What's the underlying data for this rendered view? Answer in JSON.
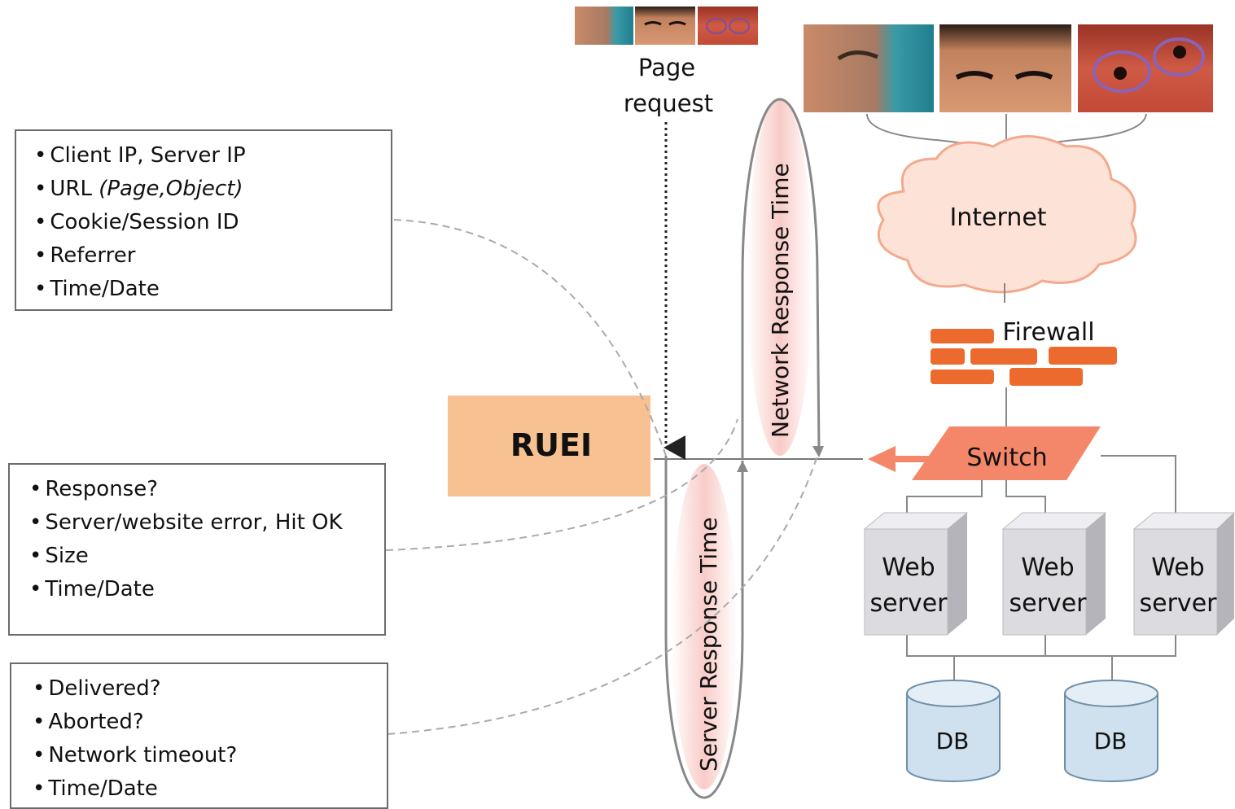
{
  "page_request": {
    "line1": "Page",
    "line2": "request"
  },
  "ruei_label": "RUEI",
  "internet_label": "Internet",
  "firewall_label": "Firewall",
  "switch_label": "Switch",
  "web_server": {
    "line1": "Web",
    "line2": "server"
  },
  "db_label": "DB",
  "network_response_time": "Network Response Time",
  "server_response_time": "Server Response Time",
  "box_request": {
    "items": [
      "Client IP, Server IP",
      "URL ",
      "Cookie/Session ID",
      "Referrer",
      "Time/Date"
    ],
    "url_detail": "(Page,Object)"
  },
  "box_response": {
    "items": [
      "Response?",
      "Server/website error, Hit OK",
      "Size",
      "Time/Date"
    ]
  },
  "box_delivery": {
    "items": [
      "Delivered?",
      "Aborted?",
      "Network timeout?",
      "Time/Date"
    ]
  },
  "colors": {
    "ruei": "#f7c191",
    "cloud_fill": "#fde3d7",
    "cloud_stroke": "#f3a98c",
    "switch": "#f4876a",
    "firewall": "#ec6a2d",
    "server_front": "#dcdbe0",
    "db_fill": "#cfe1ef",
    "ellipse_glow": "#f7c2bd"
  },
  "icons": [
    "user-photo-icon",
    "firewall-brick-icon",
    "cloud-icon",
    "server-icon",
    "database-icon"
  ]
}
